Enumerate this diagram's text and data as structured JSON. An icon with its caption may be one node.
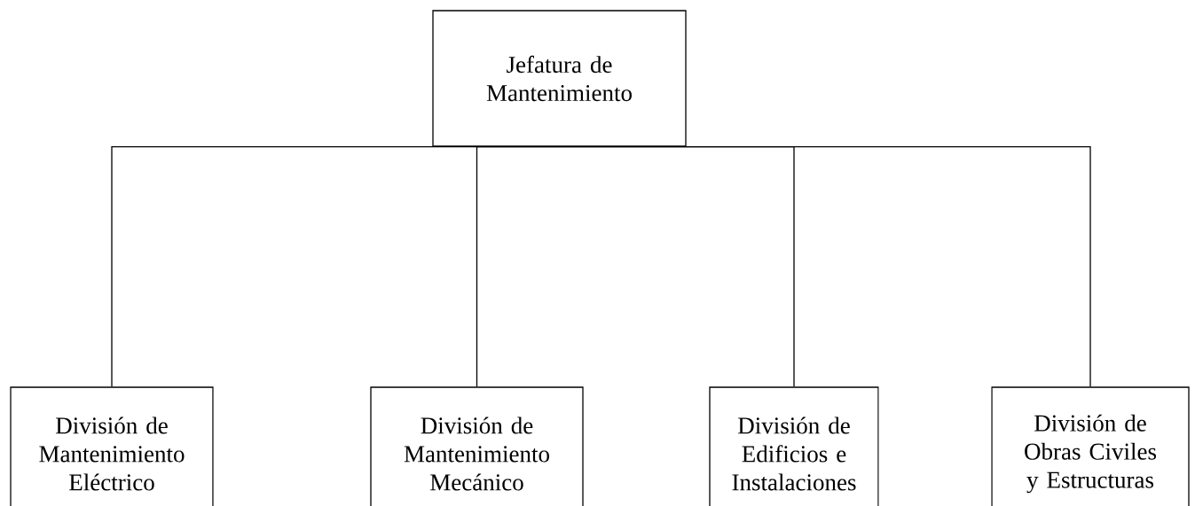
{
  "diagram": {
    "nodes": [
      {
        "text": [
          "Jefatura de Mantenimiento"
        ]
      },
      {
        "text": [
          "División de Mantenimiento Eléctrico"
        ]
      },
      {
        "text": [
          "División de Mantenimiento Mecánico"
        ]
      },
      {
        "text": [
          "División de Edificios e Instalaciones"
        ]
      },
      {
        "text": [
          "División de Obras Civiles y Estructuras"
        ]
      }
    ],
    "edges": [
      {
        "from": 0,
        "to": 1,
        "arrow": "none"
      },
      {
        "from": 0,
        "to": 2,
        "arrow": "none"
      },
      {
        "from": 0,
        "to": 3,
        "arrow": "none"
      },
      {
        "from": 0,
        "to": 4,
        "arrow": "none"
      }
    ]
  }
}
